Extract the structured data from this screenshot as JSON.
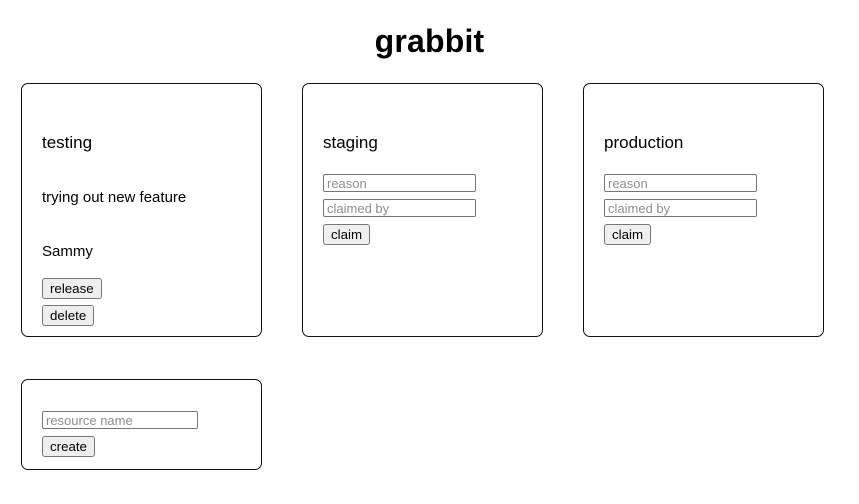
{
  "app": {
    "title": "grabbit"
  },
  "resources": [
    {
      "name": "testing",
      "reason": "trying out new feature",
      "claimed_by": "Sammy",
      "claimed": true,
      "buttons": [
        {
          "label": "release",
          "name": "release-button"
        },
        {
          "label": "delete",
          "name": "delete-button"
        }
      ]
    },
    {
      "name": "staging",
      "claimed": false,
      "fields": [
        {
          "placeholder": "reason",
          "value": "",
          "name": "reason-input"
        },
        {
          "placeholder": "claimed by",
          "value": "",
          "name": "claimed-by-input"
        }
      ],
      "buttons": [
        {
          "label": "claim",
          "name": "claim-button"
        }
      ]
    },
    {
      "name": "production",
      "claimed": false,
      "fields": [
        {
          "placeholder": "reason",
          "value": "",
          "name": "reason-input"
        },
        {
          "placeholder": "claimed by",
          "value": "",
          "name": "claimed-by-input"
        }
      ],
      "buttons": [
        {
          "label": "claim",
          "name": "claim-button"
        }
      ]
    }
  ],
  "create_form": {
    "field": {
      "placeholder": "resource name",
      "value": ""
    },
    "button": {
      "label": "create"
    }
  },
  "colors": {
    "page_background": "#ffffff",
    "card_border": "#111111",
    "text": "#000000",
    "placeholder_text": "#8e8e8e",
    "button_background": "#efefef",
    "control_border": "#767676"
  }
}
